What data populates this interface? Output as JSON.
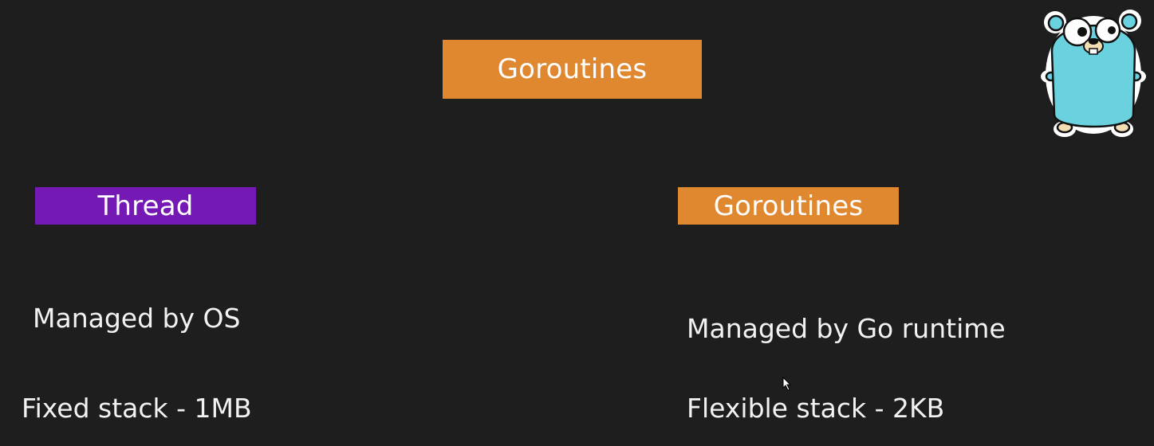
{
  "title": "Goroutines",
  "left": {
    "heading": "Thread",
    "lines": [
      "Managed by OS",
      "Fixed stack - 1MB"
    ]
  },
  "right": {
    "heading": "Goroutines",
    "lines": [
      "Managed by Go runtime",
      "Flexible stack - 2KB"
    ]
  },
  "colors": {
    "background": "#1e1e1e",
    "orange": "#e08830",
    "purple": "#7519b4",
    "gopher": "#6ad2df"
  },
  "icons": {
    "mascot": "gopher-mascot-icon",
    "pointer": "mouse-cursor-icon"
  }
}
